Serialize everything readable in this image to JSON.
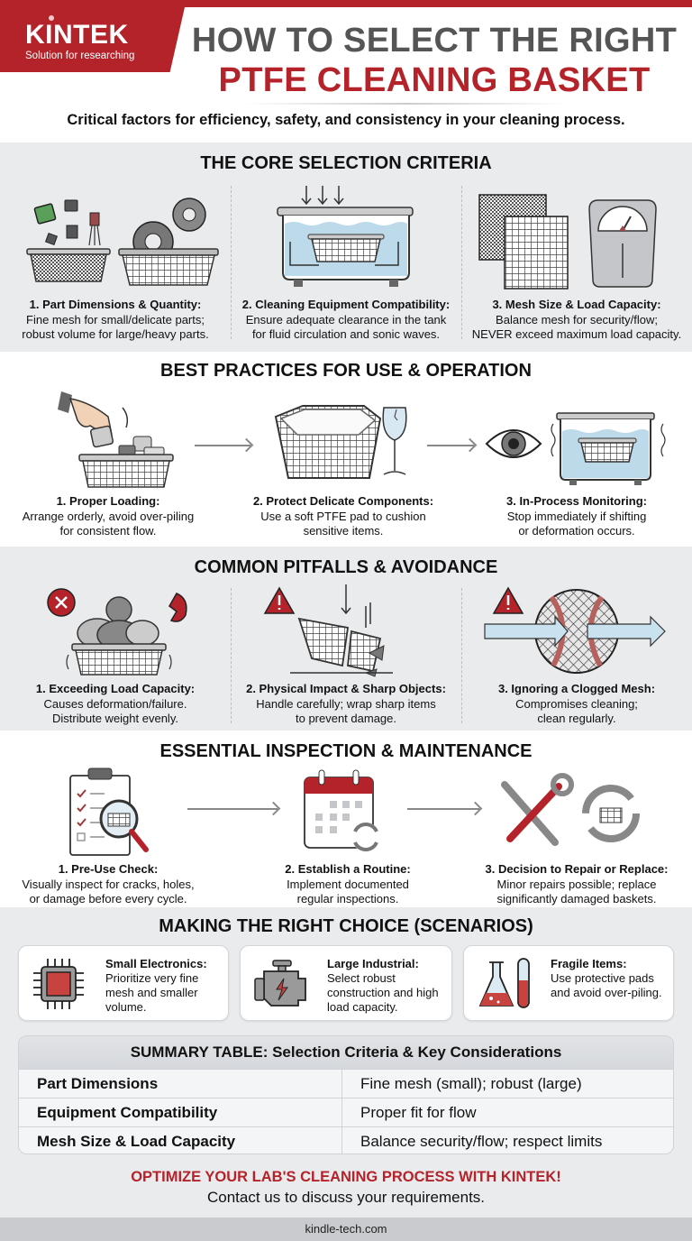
{
  "brand": {
    "name": "KINTEK",
    "tagline": "Solution for researching",
    "accent_color": "#b5232a"
  },
  "header": {
    "title_line1": "HOW TO SELECT THE RIGHT",
    "title_line2": "PTFE CLEANING BASKET",
    "subtitle": "Critical factors for efficiency, safety, and consistency in your cleaning process."
  },
  "core_criteria": {
    "title": "THE CORE SELECTION CRITERIA",
    "items": [
      {
        "icon": "baskets-parts-icon",
        "title": "1. Part Dimensions & Quantity:",
        "desc_line1": "Fine mesh for small/delicate parts;",
        "desc_line2": "robust volume for large/heavy parts."
      },
      {
        "icon": "ultrasonic-tank-icon",
        "title": "2. Cleaning Equipment Compatibility:",
        "desc_line1": "Ensure adequate clearance in the tank",
        "desc_line2": "for fluid circulation and sonic waves."
      },
      {
        "icon": "mesh-scale-icon",
        "title": "3. Mesh Size & Load Capacity:",
        "desc_line1": "Balance mesh for security/flow;",
        "desc_line2": "NEVER exceed maximum load capacity."
      }
    ]
  },
  "best_practices": {
    "title": "BEST PRACTICES FOR USE & OPERATION",
    "items": [
      {
        "icon": "hand-loading-icon",
        "title": "1. Proper Loading:",
        "desc_line1": "Arrange orderly, avoid over-piling",
        "desc_line2": "for consistent flow."
      },
      {
        "icon": "padded-basket-glass-icon",
        "title": "2. Protect Delicate Components:",
        "desc_line1": "Use a soft PTFE pad to cushion",
        "desc_line2": "sensitive items."
      },
      {
        "icon": "eye-monitor-icon",
        "title": "3. In-Process Monitoring:",
        "desc_line1": "Stop immediately if shifting",
        "desc_line2": "or deformation occurs."
      }
    ]
  },
  "pitfalls": {
    "title": "COMMON PITFALLS & AVOIDANCE",
    "items": [
      {
        "icon": "overloaded-basket-icon",
        "title": "1. Exceeding Load Capacity:",
        "desc_line1": "Causes deformation/failure.",
        "desc_line2": "Distribute weight evenly."
      },
      {
        "icon": "broken-basket-icon",
        "title": "2. Physical Impact & Sharp Objects:",
        "desc_line1": "Handle carefully; wrap sharp items",
        "desc_line2": "to prevent damage."
      },
      {
        "icon": "clogged-mesh-icon",
        "title": "3. Ignoring a Clogged Mesh:",
        "desc_line1": "Compromises cleaning;",
        "desc_line2": "clean regularly."
      }
    ]
  },
  "inspection": {
    "title": "ESSENTIAL INSPECTION & MAINTENANCE",
    "items": [
      {
        "icon": "clipboard-magnifier-icon",
        "title": "1. Pre-Use Check:",
        "desc_line1": "Visually inspect for cracks, holes,",
        "desc_line2": "or damage before every cycle."
      },
      {
        "icon": "calendar-cycle-icon",
        "title": "2. Establish a Routine:",
        "desc_line1": "Implement documented",
        "desc_line2": "regular inspections."
      },
      {
        "icon": "tools-replace-icon",
        "title": "3. Decision to Repair or Replace:",
        "desc_line1": "Minor repairs possible; replace",
        "desc_line2": "significantly damaged baskets."
      }
    ]
  },
  "scenarios": {
    "title": "MAKING THE RIGHT CHOICE (SCENARIOS)",
    "cards": [
      {
        "icon": "microchip-icon",
        "title": "Small Electronics:",
        "desc": "Prioritize very fine mesh and smaller volume."
      },
      {
        "icon": "engine-icon",
        "title": "Large Industrial:",
        "desc": "Select robust construction and high load capacity."
      },
      {
        "icon": "lab-glassware-icon",
        "title": "Fragile Items:",
        "desc": "Use protective pads and avoid over-piling."
      }
    ]
  },
  "summary_table": {
    "title": "SUMMARY TABLE: Selection Criteria & Key Considerations",
    "rows": [
      {
        "criterion": "Part Dimensions",
        "consideration": "Fine mesh (small); robust (large)"
      },
      {
        "criterion": "Equipment Compatibility",
        "consideration": "Proper fit for flow"
      },
      {
        "criterion": "Mesh Size & Load Capacity",
        "consideration": "Balance security/flow; respect limits"
      }
    ]
  },
  "cta": {
    "title": "OPTIMIZE YOUR LAB'S CLEANING PROCESS WITH KINTEK!",
    "subtitle": "Contact us to discuss your requirements."
  },
  "footer": {
    "url": "kindle-tech.com"
  }
}
